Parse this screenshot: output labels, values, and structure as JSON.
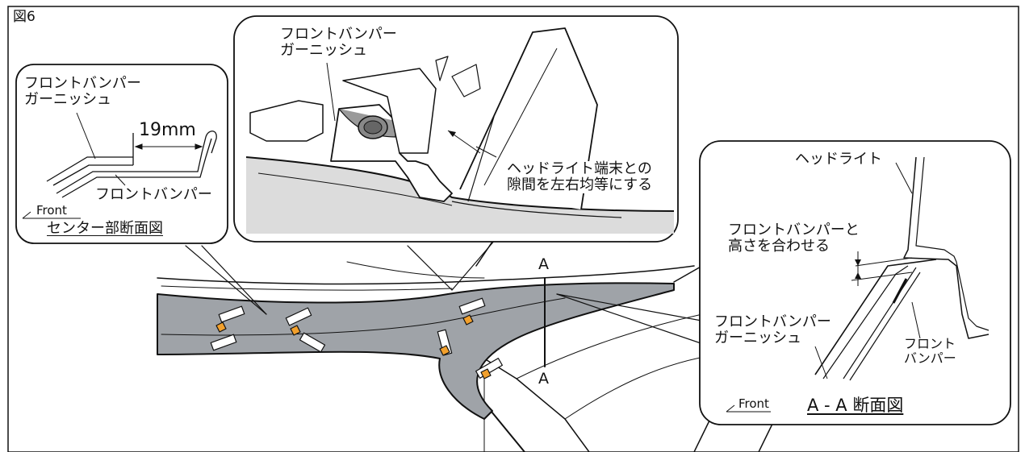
{
  "figure": {
    "number_label": "図6"
  },
  "callouts": {
    "center_section": {
      "garnish_label": "フロントバンパー\nガーニッシュ",
      "dimension": "19mm",
      "bumper_label": "フロントバンパー",
      "front_label": "Front",
      "title": "センター部断面図"
    },
    "top_detail": {
      "garnish_label": "フロントバンパー\nガーニッシュ",
      "instruction": "ヘッドライト端末との\n隙間を左右均等にする"
    },
    "aa_section": {
      "headlight_label": "ヘッドライト",
      "instruction": "フロントバンパーと\n高さを合わせる",
      "garnish_label": "フロントバンパー\nガーニッシュ",
      "bumper_label": "フロント\nバンパー",
      "front_label": "Front",
      "title": "A - A 断面図"
    }
  },
  "section_markers": {
    "top": "A",
    "bottom": "A"
  },
  "colors": {
    "garnish_fill": "#9fa3a8",
    "clip_tape": "#f2a02c",
    "outline": "#111111"
  }
}
